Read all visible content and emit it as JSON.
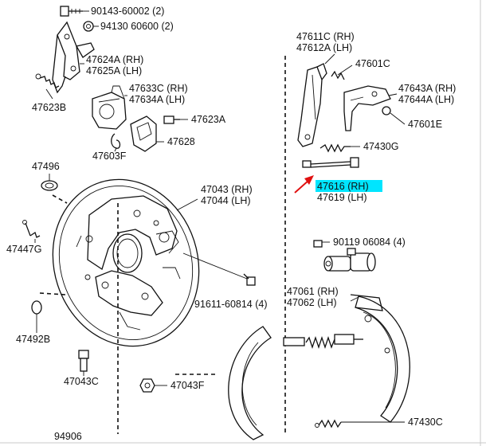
{
  "diagram": {
    "highlight_color": "#00e5ff",
    "arrow_color": "#e01010",
    "labels": [
      "90143-60002 (2)",
      "94130  60600 (2)",
      "47624A (RH)",
      "47625A (LH)",
      "47623B",
      "47633C (RH)",
      "47634A (LH)",
      "47623A",
      "47628",
      "47603F",
      "47496",
      "47447G",
      "47492B",
      "47043C",
      "47043F",
      "47043 (RH)",
      "47044 (LH)",
      "91611-60814 (4)",
      "47611C (RH)",
      "47612A (LH)",
      "47601C",
      "47643A (RH)",
      "47644A (LH)",
      "47601E",
      "47430G",
      "47616 (RH)",
      "47619 (LH)",
      "90119  06084 (4)",
      "47061 (RH)",
      "47062 (LH)",
      "47430C",
      "94906"
    ]
  }
}
